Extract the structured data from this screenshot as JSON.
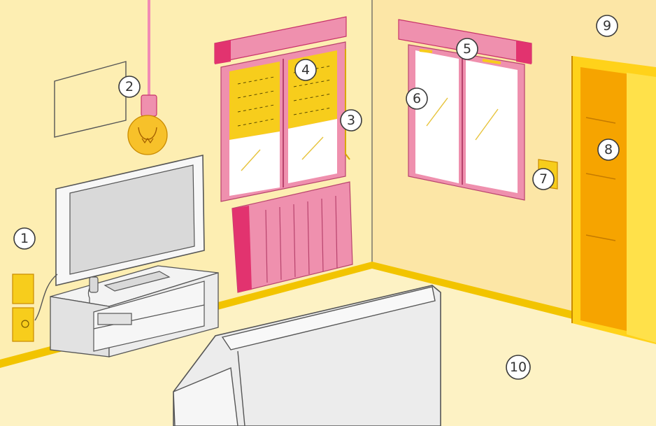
{
  "labels": {
    "n1": "1",
    "n2": "2",
    "n3": "3",
    "n4": "4",
    "n5": "5",
    "n6": "6",
    "n7": "7",
    "n8": "8",
    "n9": "9",
    "n10": "10"
  },
  "colors": {
    "wall_left": "#fdeeb2",
    "wall_right": "#fce6a6",
    "floor": "#fdf2c4",
    "baseboard": "#f2c400",
    "window_pink": "#ef90ae",
    "window_pink_dark": "#e2336f",
    "shutter_yellow": "#f7cd1c",
    "glass": "#ffffff",
    "radiator": "#ef90ae",
    "sofa": "#ececec",
    "tv_stand": "#ececec",
    "closet_yellow": "#ffd21a",
    "closet_orange": "#f6a400",
    "bulb_yellow": "#f7c12a",
    "cord_pink": "#f28bb4"
  }
}
